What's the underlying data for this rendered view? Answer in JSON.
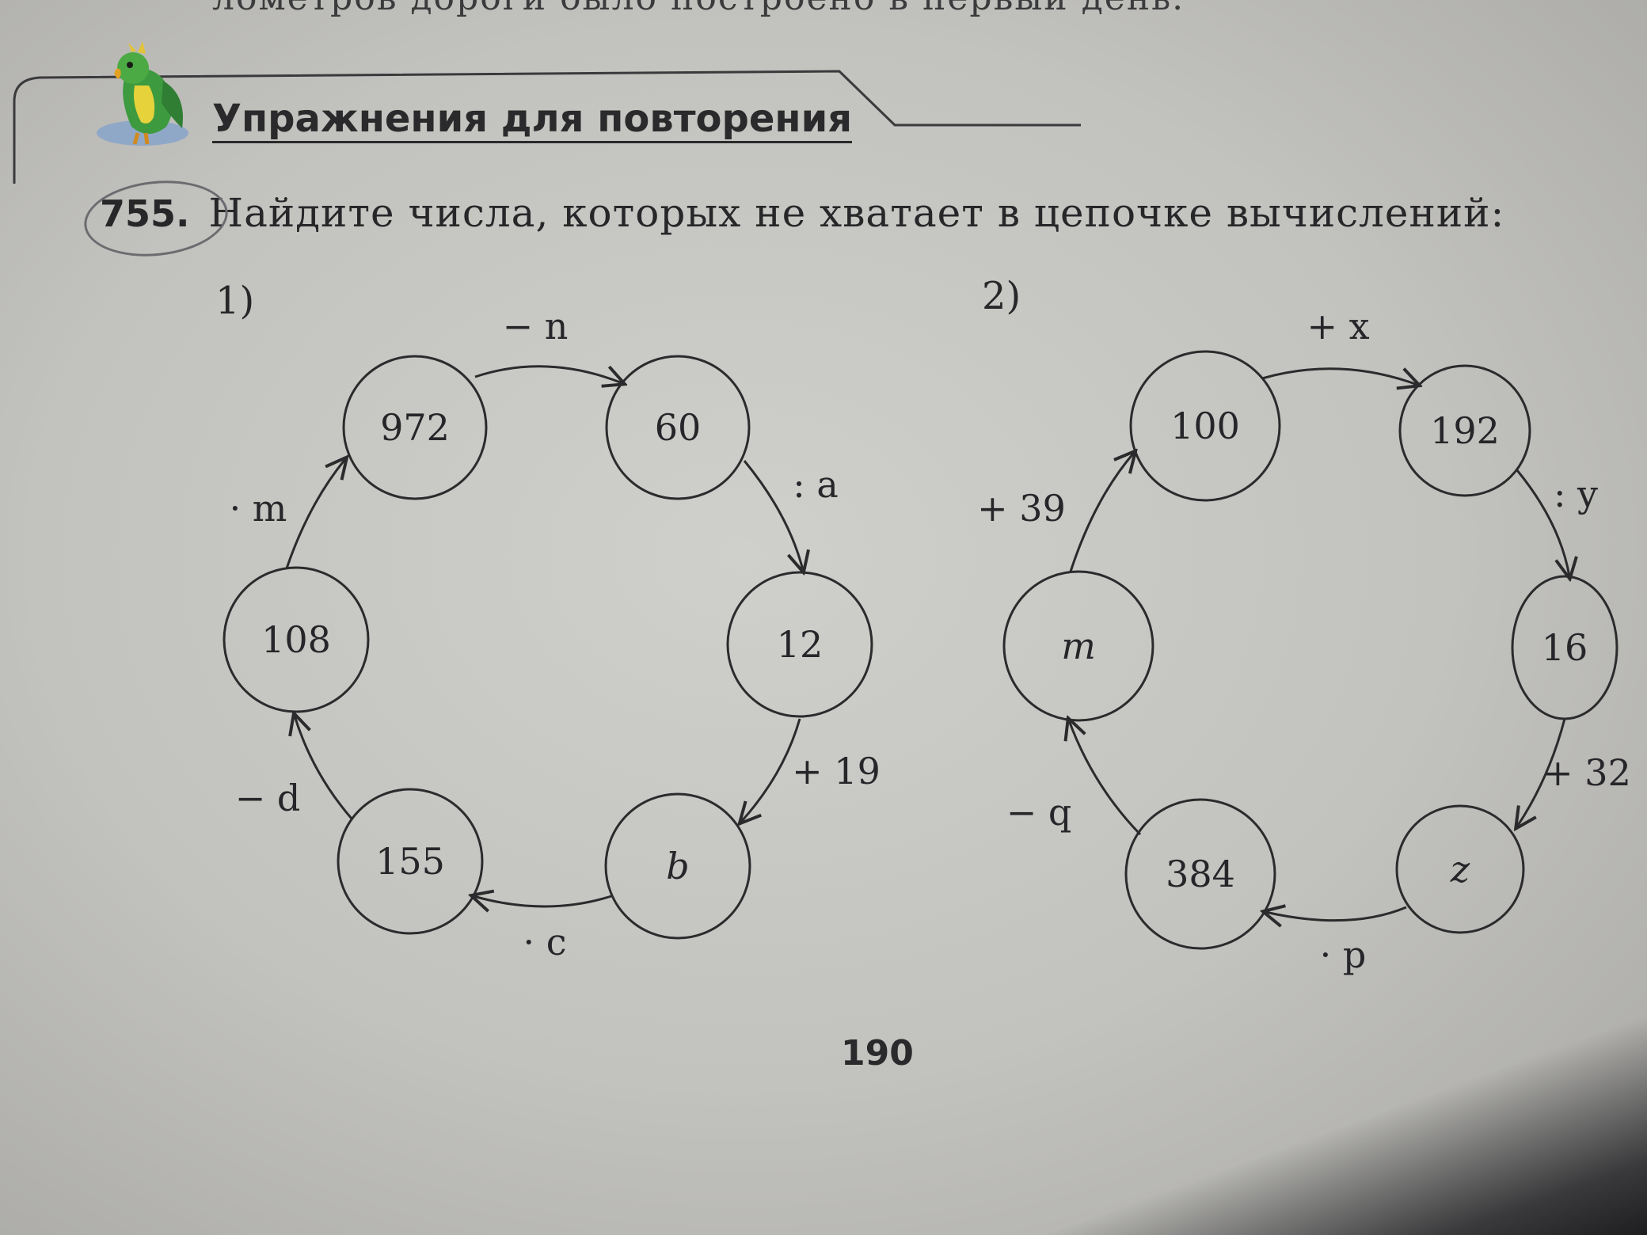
{
  "top_text": "лометров дороги было построено в первый день.",
  "section": {
    "title": "Упражнения для повторения",
    "icon": "parrot-icon"
  },
  "task": {
    "number": "755.",
    "text": "Найдите числа, которых не хватает в цепочке вычислений:"
  },
  "parts": [
    {
      "label": "1)",
      "nodes": [
        "972",
        "60",
        "12",
        "b",
        "155",
        "108"
      ],
      "edges": [
        "− n",
        ": a",
        "+ 19",
        "· c",
        "− d",
        "· m"
      ]
    },
    {
      "label": "2)",
      "nodes": [
        "100",
        "192",
        "16",
        "z",
        "384",
        "m"
      ],
      "edges": [
        "+ x",
        ": y",
        "+ 32",
        "· p",
        "− q",
        "+ 39"
      ]
    }
  ],
  "page_number": "190"
}
